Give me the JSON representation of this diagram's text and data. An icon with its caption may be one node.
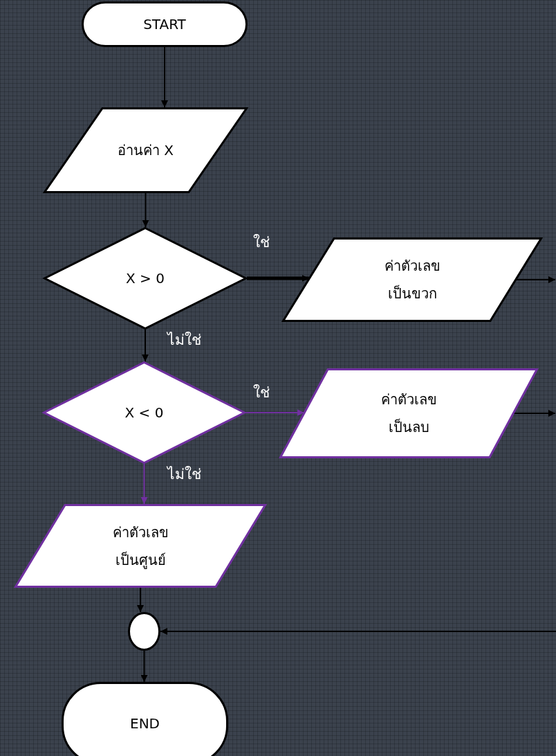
{
  "diagram": {
    "nodes": [
      {
        "text": [
          "START"
        ]
      },
      {
        "text": [
          "อ่านค่า X"
        ]
      },
      {
        "text": [
          "X > 0"
        ]
      },
      {
        "text": [
          "ค่าตัวเลข เป็นขวก"
        ]
      },
      {
        "text": [
          "X < 0"
        ]
      },
      {
        "text": [
          "ค่าตัวเลข เป็นลบ"
        ]
      },
      {
        "text": [
          "ค่าตัวเลข เป็นศูนย์"
        ]
      },
      {
        "text": [],
        "shape": "circle"
      },
      {
        "text": [
          "END"
        ]
      }
    ],
    "edges": [
      {
        "from": 0,
        "to": 1,
        "arrow": "to"
      },
      {
        "from": 1,
        "to": 2,
        "arrow": "to"
      },
      {
        "from": 2,
        "to": 3,
        "arrow": "to",
        "label": "ใช่",
        "style": "thick"
      },
      {
        "from": 2,
        "to": 4,
        "arrow": "to",
        "label": "ไม่ใช่"
      },
      {
        "from": 4,
        "to": 5,
        "arrow": "to",
        "label": "ใช่",
        "color": "#7030a0"
      },
      {
        "from": 4,
        "to": 6,
        "arrow": "to",
        "label": "ไม่ใช่",
        "color": "#7030a0"
      },
      {
        "from": 6,
        "to": 7,
        "arrow": "to"
      },
      {
        "from": 7,
        "to": 8,
        "arrow": "to"
      },
      {
        "from": 3,
        "to": null,
        "arrow": "to"
      },
      {
        "from": 5,
        "to": null,
        "arrow": "to"
      },
      {
        "from": null,
        "to": 7,
        "arrow": "to"
      }
    ]
  }
}
